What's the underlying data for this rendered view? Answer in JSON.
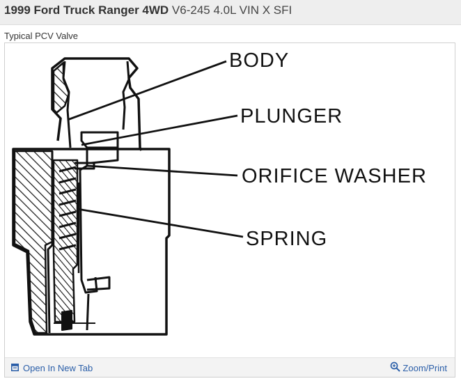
{
  "header": {
    "title": "1999 Ford Truck Ranger 4WD",
    "subtitle": "V6-245 4.0L VIN X SFI"
  },
  "figure": {
    "caption": "Typical PCV Valve",
    "labels": {
      "body": "BODY",
      "plunger": "PLUNGER",
      "orifice_washer": "ORIFICE WASHER",
      "spring": "SPRING"
    }
  },
  "footer": {
    "open_label": "Open In New Tab",
    "zoom_label": "Zoom/Print"
  },
  "icons": {
    "open": "open-in-new-tab-icon",
    "zoom": "magnifier-icon"
  },
  "colors": {
    "link": "#2a5ea8",
    "header_bg": "#eeeeee"
  }
}
